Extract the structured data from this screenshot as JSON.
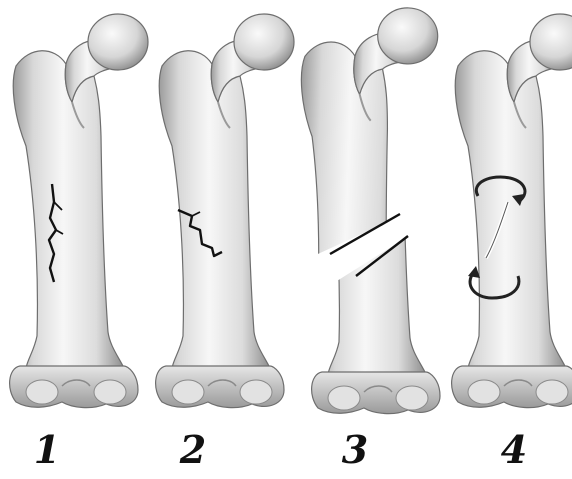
{
  "labels": [
    "1",
    "2",
    "3",
    "4"
  ],
  "colors": {
    "bone_light": "#f4f4f4",
    "bone_mid": "#d2d2d2",
    "bone_shadow": "#8e8e8e",
    "outline": "#6e6e6e",
    "crack": "#111111",
    "label": "#111111"
  }
}
